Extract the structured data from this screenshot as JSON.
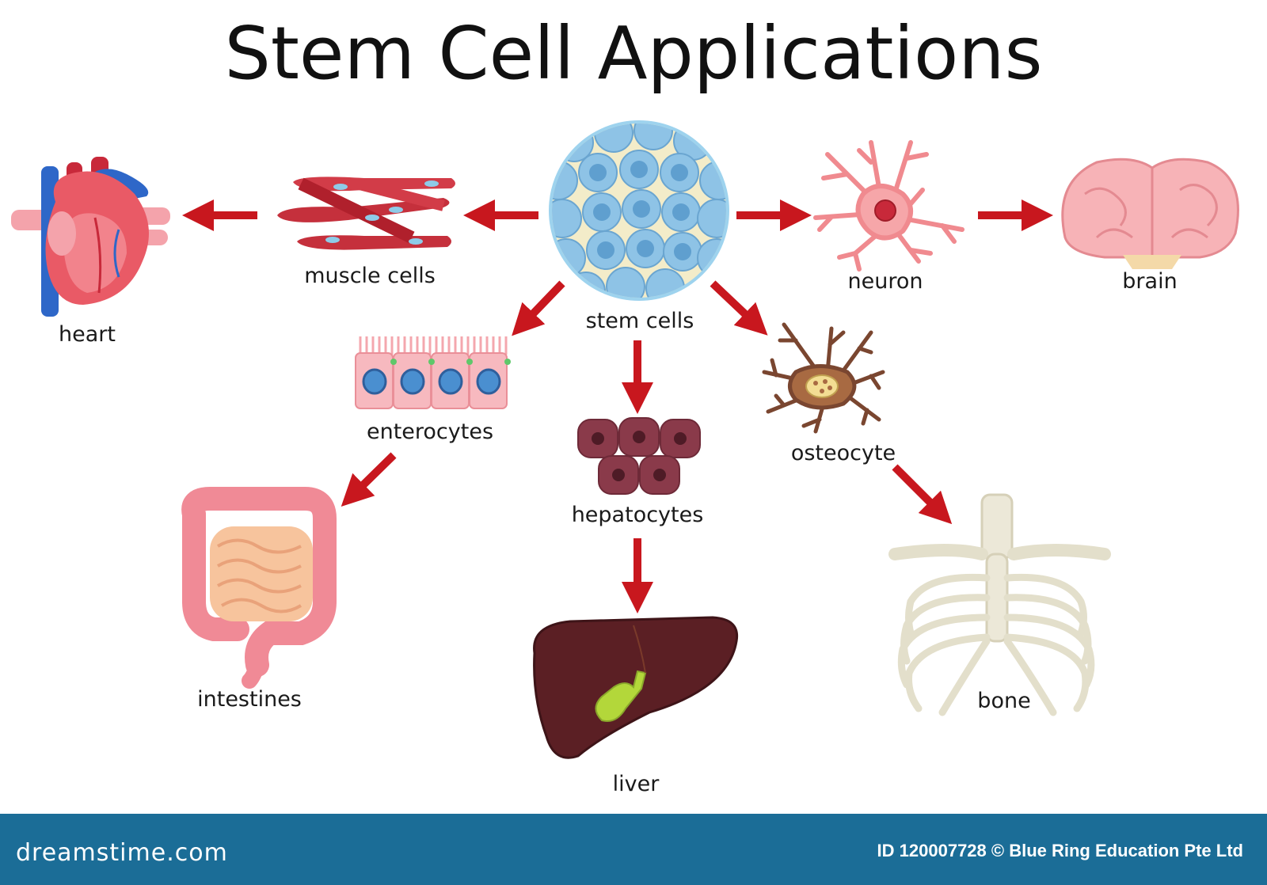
{
  "title": "Stem Cell Applications",
  "labels": {
    "heart": "heart",
    "muscle_cells": "muscle cells",
    "stem_cells": "stem cells",
    "neuron": "neuron",
    "brain": "brain",
    "enterocytes": "enterocytes",
    "hepatocytes": "hepatocytes",
    "osteocyte": "osteocyte",
    "intestines": "intestines",
    "liver": "liver",
    "bone": "bone"
  },
  "footer": {
    "logo": "dreamstime.com",
    "credit": "ID 120007728 © Blue Ring Education Pte Ltd"
  },
  "colors": {
    "arrow": "#c8171e",
    "footer": "#1b6d97",
    "stem_cell_fill": "#8ec3e6",
    "liver": "#5b1f24",
    "bone": "#ece8d8"
  }
}
